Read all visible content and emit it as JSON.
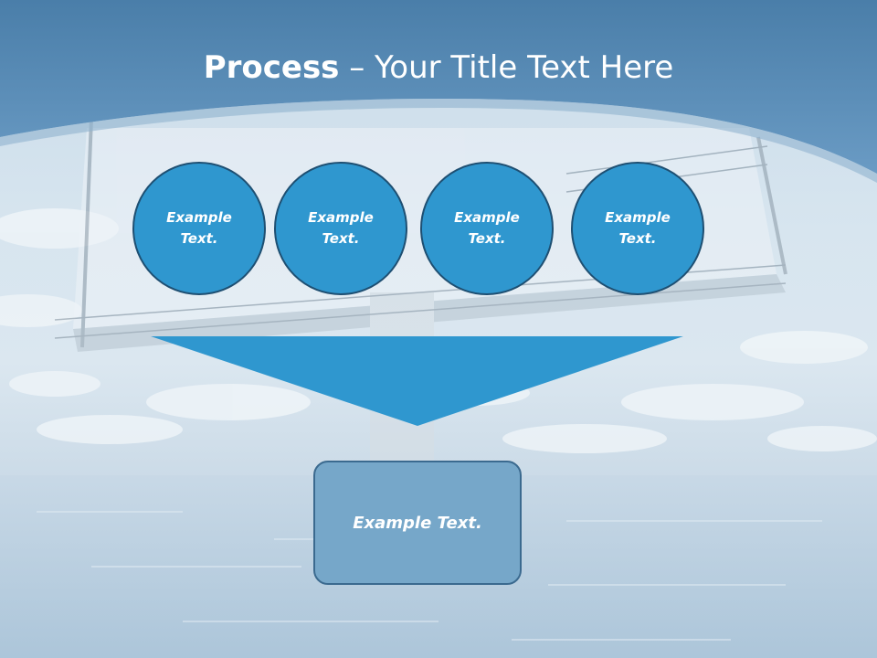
{
  "slide": {
    "title_bold": "Process",
    "title_rest": " – Your Title Text Here",
    "steps": [
      {
        "label": "Example Text."
      },
      {
        "label": "Example Text."
      },
      {
        "label": "Example Text."
      },
      {
        "label": "Example Text."
      }
    ],
    "result_label": "Example Text."
  },
  "colors": {
    "header": "#4f86b3",
    "circle_fill": "#2f97cf",
    "circle_border": "#1e4f72",
    "funnel": "#2f97cf",
    "result_box": "#76a7c9"
  },
  "background_image": "billboard-over-water-photo"
}
